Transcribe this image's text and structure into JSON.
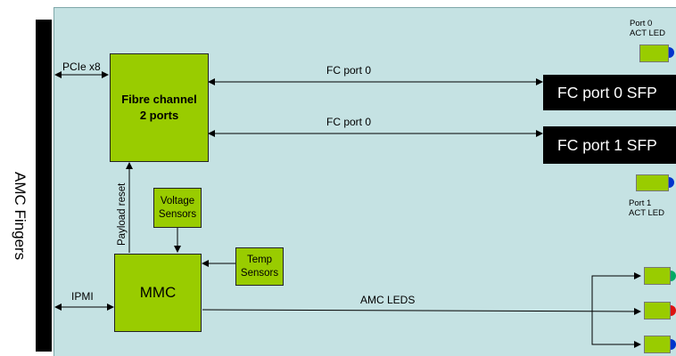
{
  "edge_connector": {
    "label": "AMC Fingers"
  },
  "fibre_channel": {
    "line1": "Fibre channel",
    "line2": "2 ports"
  },
  "mmc": {
    "label": "MMC"
  },
  "voltage_sensors": {
    "line1": "Voltage",
    "line2": "Sensors"
  },
  "temp_sensors": {
    "line1": "Temp",
    "line2": "Sensors"
  },
  "sfp_0": {
    "label": "FC port 0 SFP"
  },
  "sfp_1": {
    "label": "FC port 1 SFP"
  },
  "links": {
    "pcie": "PCIe x8",
    "fc_top": "FC port 0",
    "fc_bottom": "FC port 0",
    "payload_reset": "Payload reset",
    "ipmi": "IPMI",
    "amc_leds": "AMC LEDS"
  },
  "port0_led": {
    "line1": "Port 0",
    "line2": "ACT LED",
    "color": "#0033cc"
  },
  "port1_led": {
    "line1": "Port 1",
    "line2": "ACT LED",
    "color": "#0033cc"
  },
  "amc_led_colors": {
    "led1": "#00aa66",
    "led2": "#dd1111",
    "led3": "#0033cc"
  },
  "colors": {
    "board": "#c5e2e3",
    "chip": "#99cc00",
    "sfp": "#000000"
  }
}
